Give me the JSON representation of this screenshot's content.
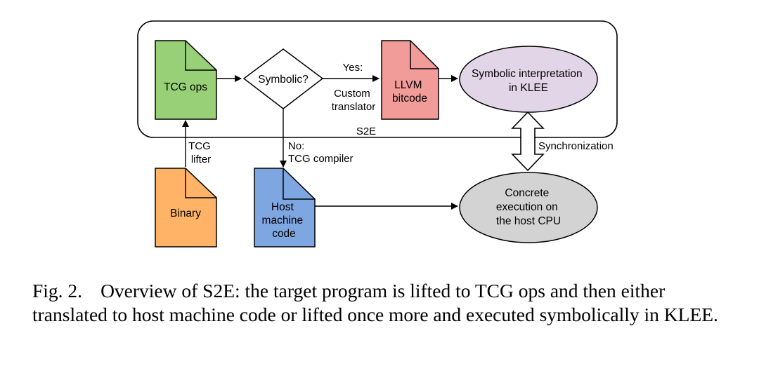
{
  "diagram": {
    "container_label": "S2E",
    "nodes": {
      "tcg_ops": {
        "label": "TCG ops",
        "color": "#97d077"
      },
      "decision": {
        "label": "Symbolic?"
      },
      "llvm": {
        "label_lines": [
          "LLVM",
          "bitcode"
        ],
        "color": "#f19c99"
      },
      "klee": {
        "label_lines": [
          "Symbolic interpretation",
          "in KLEE"
        ],
        "color": "#e1d5e7"
      },
      "binary": {
        "label": "Binary",
        "color": "#ffb366"
      },
      "host_code": {
        "label_lines": [
          "Host",
          "machine",
          "code"
        ],
        "color": "#7ea6e0"
      },
      "concrete": {
        "label_lines": [
          "Concrete",
          "execution on",
          "the host CPU"
        ],
        "color": "#d3d3d3"
      }
    },
    "edges": {
      "yes": {
        "label": "Yes:"
      },
      "custom_translator": {
        "label_lines": [
          "Custom",
          "translator"
        ]
      },
      "no": {
        "label_lines": [
          "No:",
          "TCG compiler"
        ]
      },
      "tcg_lifter": {
        "label_lines": [
          "TCG",
          "lifter"
        ]
      },
      "synchronization": {
        "label": "Synchronization"
      }
    }
  },
  "caption": {
    "label": "Fig. 2.",
    "text": "Overview of S2E: the target program is lifted to TCG ops and then either translated to host machine code or lifted once more and executed symbolically in KLEE."
  }
}
